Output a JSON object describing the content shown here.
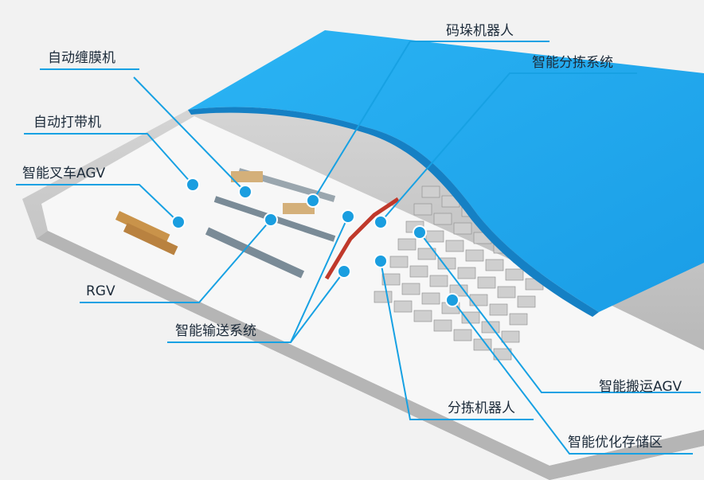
{
  "colors": {
    "roof": "#1fa8ec",
    "roof_dark": "#1580c4",
    "leader": "#17a1e3",
    "text": "#1c2b3a"
  },
  "labels": {
    "palletizing_robot": "码垛机器人",
    "auto_wrapping_machine": "自动缠膜机",
    "smart_sorting_system": "智能分拣系统",
    "auto_strapping_machine": "自动打带机",
    "smart_forklift_agv": "智能叉车AGV",
    "rgv": "RGV",
    "smart_conveyor_system": "智能输送系统",
    "smart_handling_agv": "智能搬运AGV",
    "sorting_robot": "分拣机器人",
    "smart_storage_area": "智能优化存储区"
  }
}
